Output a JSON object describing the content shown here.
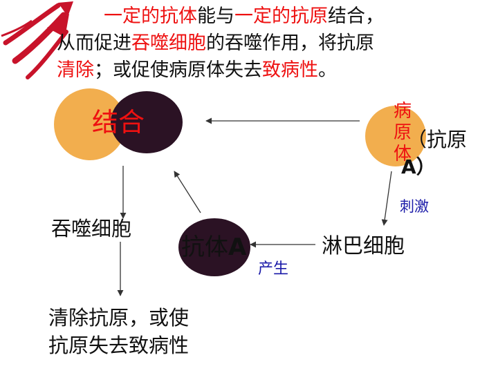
{
  "header": {
    "line1": [
      {
        "text": "一定的抗体",
        "red": true
      },
      {
        "text": "能与",
        "red": false
      },
      {
        "text": "一定的抗原",
        "red": true
      },
      {
        "text": "结合，",
        "red": false
      }
    ],
    "line2": [
      {
        "text": "从而促进",
        "red": false
      },
      {
        "text": "吞噬细胞",
        "red": true
      },
      {
        "text": "的吞噬作用，将抗原",
        "red": false
      }
    ],
    "line3": [
      {
        "text": "清除",
        "red": true
      },
      {
        "text": "；或促使病原体失去",
        "red": false
      },
      {
        "text": "致病性",
        "red": true
      },
      {
        "text": "。",
        "red": false
      }
    ]
  },
  "diagram": {
    "binding_label": "结合",
    "pathogen_chars": [
      "病",
      "原",
      "体"
    ],
    "antigen_label": "（抗原",
    "antigen_letter": "A）",
    "stimulate_label": "刺激",
    "antibody_label": "抗体A",
    "lymphocyte_label": "淋巴细胞",
    "produce_label": "产生",
    "phagocyte_label": "吞噬细胞",
    "outcome_line1": "清除抗原，或使",
    "outcome_line2": "抗原失去致病性"
  },
  "colors": {
    "accent_red": "#ee1111",
    "pathogen_orange": "#f2ae4e",
    "antibody_dark": "#2b1224",
    "arrow_red": "#c8132a",
    "label_blue": "#1a1aa8"
  }
}
